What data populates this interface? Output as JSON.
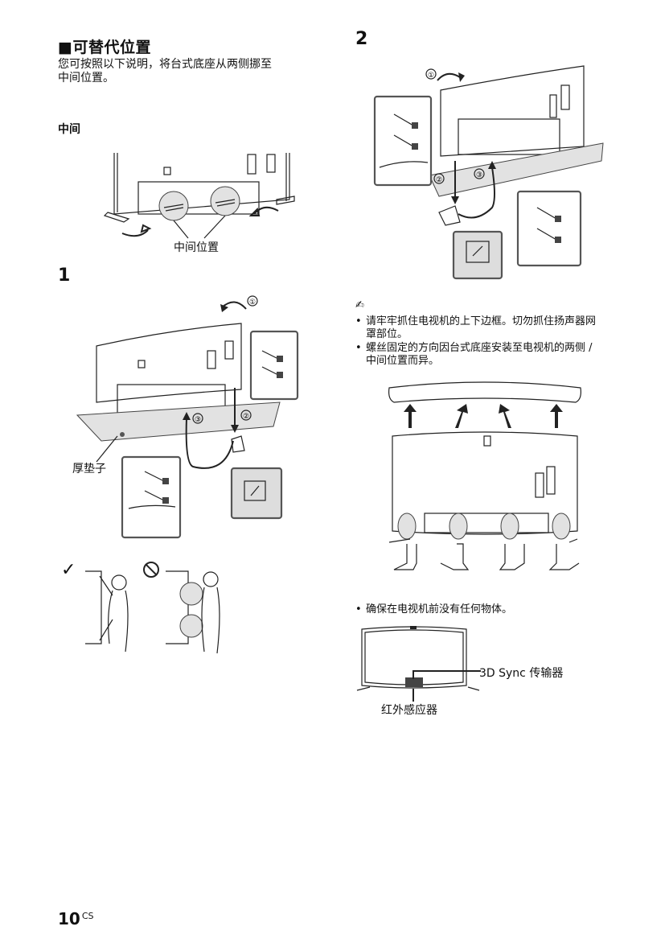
{
  "section": {
    "title": "■可替代位置",
    "intro_line1": "您可按照以下说明，将台式底座从两侧挪至",
    "intro_line2": "中间位置。",
    "subheading": "中间",
    "center_label": "中间位置"
  },
  "steps": {
    "step1": "1",
    "step2": "2"
  },
  "figure1": {
    "pad_label": "厚垫子",
    "callout1": "①",
    "callout2": "②",
    "callout3": "③",
    "check_mark": "✓",
    "prohibit_mark": "⃠"
  },
  "figure2": {
    "callout1": "①",
    "callout2": "②",
    "callout3": "③"
  },
  "notes": {
    "note_icon": "✍",
    "item1_line1": "请牢牢抓住电视机的上下边框。切勿抓住扬声器网",
    "item1_line2": "罩部位。",
    "item2_line1": "螺丝固定的方向因台式底座安装至电视机的两侧 /",
    "item2_line2": "中间位置而异。",
    "item3": "确保在电视机前没有任何物体。"
  },
  "sensor_figure": {
    "sync_label": "3D Sync 传输器",
    "ir_label": "红外感应器"
  },
  "footer": {
    "page_number": "10",
    "page_suffix": "CS"
  }
}
